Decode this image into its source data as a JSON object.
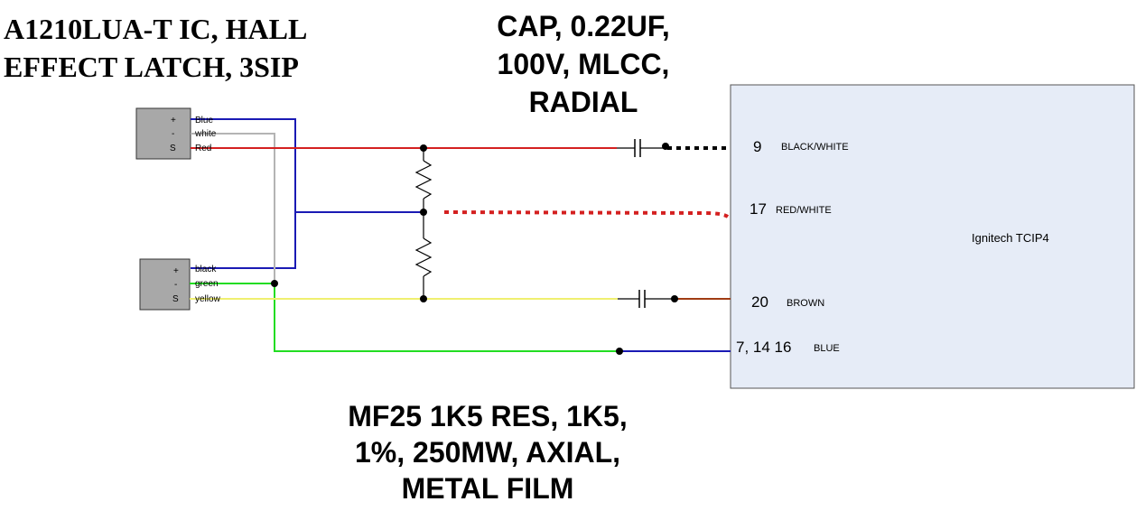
{
  "labels": {
    "hall_title": [
      "A1210LUA-T IC, HALL",
      "EFFECT LATCH, 3SIP"
    ],
    "cap_title": [
      "CAP, 0.22UF,",
      "100V, MLCC,",
      "RADIAL"
    ],
    "res_title": [
      "MF25 1K5 RES, 1K5,",
      "1%, 250MW, AXIAL,",
      "METAL FILM"
    ]
  },
  "sensor_top": {
    "pins": [
      "+",
      "-",
      "S"
    ],
    "wires": [
      "Blue",
      "white",
      "Red"
    ]
  },
  "sensor_bottom": {
    "pins": [
      "+",
      "-",
      "S"
    ],
    "wires": [
      "black",
      "green",
      "yellow"
    ]
  },
  "module": {
    "name": "Ignitech TCIP4",
    "pins": [
      {
        "num": "9",
        "color": "BLACK/WHITE"
      },
      {
        "num": "17",
        "color": "RED/WHITE"
      },
      {
        "num": "20",
        "color": "BROWN"
      },
      {
        "num": "7, 14 16",
        "color": "BLUE"
      }
    ]
  },
  "colors": {
    "blue": "#1a1ab4",
    "white_wire": "#b4b4b4",
    "red": "#d42020",
    "green": "#22dd22",
    "yellow": "#f0f070",
    "brown": "#a03c14",
    "black": "#000000",
    "module_fill": "#e6ecf7",
    "component_fill": "#a8a8a8"
  }
}
